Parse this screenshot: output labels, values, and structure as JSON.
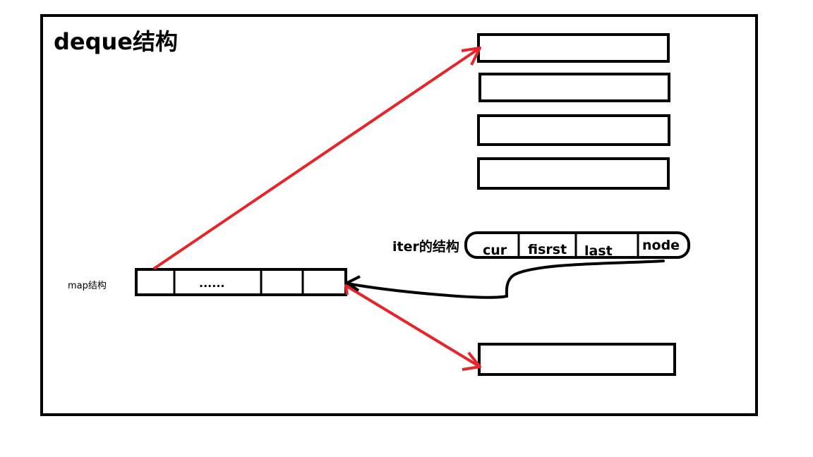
{
  "title": "deque结构",
  "map_label": "map结构",
  "map_cells": [
    "",
    "......",
    "",
    ""
  ],
  "iter_label": "iter的结构",
  "iter_fields": [
    "cur",
    "fisrst",
    "last",
    "node"
  ],
  "colors": {
    "outline": "#000000",
    "arrow": "#e8232a",
    "background": "#ffffff"
  }
}
